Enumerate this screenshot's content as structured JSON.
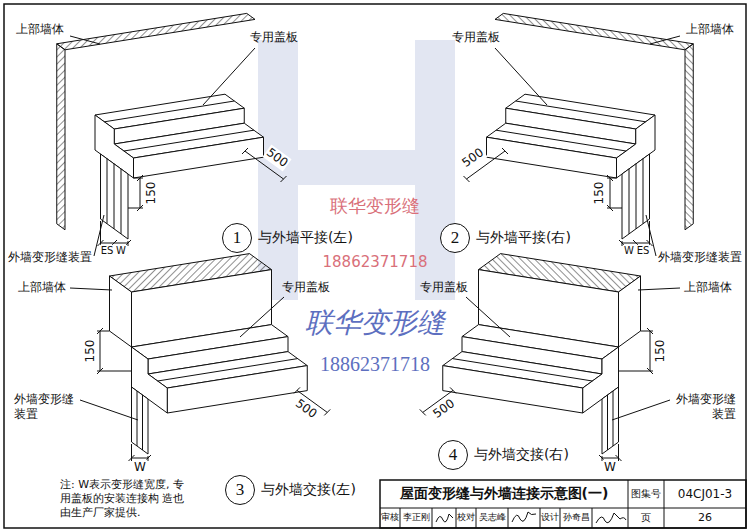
{
  "diagram": {
    "title": "屋面变形缝与外墙连接示意图(一)",
    "nodes": [
      {
        "text": [
          "1",
          "与外墙平接(左)"
        ]
      },
      {
        "text": [
          "2",
          "与外墙平接(右)"
        ]
      },
      {
        "text": [
          "3",
          "与外墙交接(左)"
        ]
      },
      {
        "text": [
          "4",
          "与外墙交接(右)"
        ]
      }
    ],
    "labels": [
      "上部墙体",
      "专用盖板",
      "500",
      "150",
      "ES",
      "W",
      "外墙变形缝装置",
      "专用盖板",
      "上部墙体",
      "500",
      "150",
      "ES",
      "W",
      "外墙变形缝装置",
      "上部墙体",
      "专用盖板",
      "150",
      "外墙变形缝 装置",
      "500",
      "W",
      "注: W表示变形缝宽度, 专用盖板的安装连接构 造也由生产厂家提供.",
      "专用盖板",
      "上部墙体",
      "150",
      "外墙变形缝 装置",
      "500",
      "W",
      "联华变形缝",
      "18862371718",
      "联华变形缝",
      "18862371718",
      "图集号",
      "04CJ01-3",
      "审核",
      "李正刚",
      "校对",
      "吴志峰",
      "设计",
      "孙奇昌",
      "页",
      "26"
    ]
  }
}
